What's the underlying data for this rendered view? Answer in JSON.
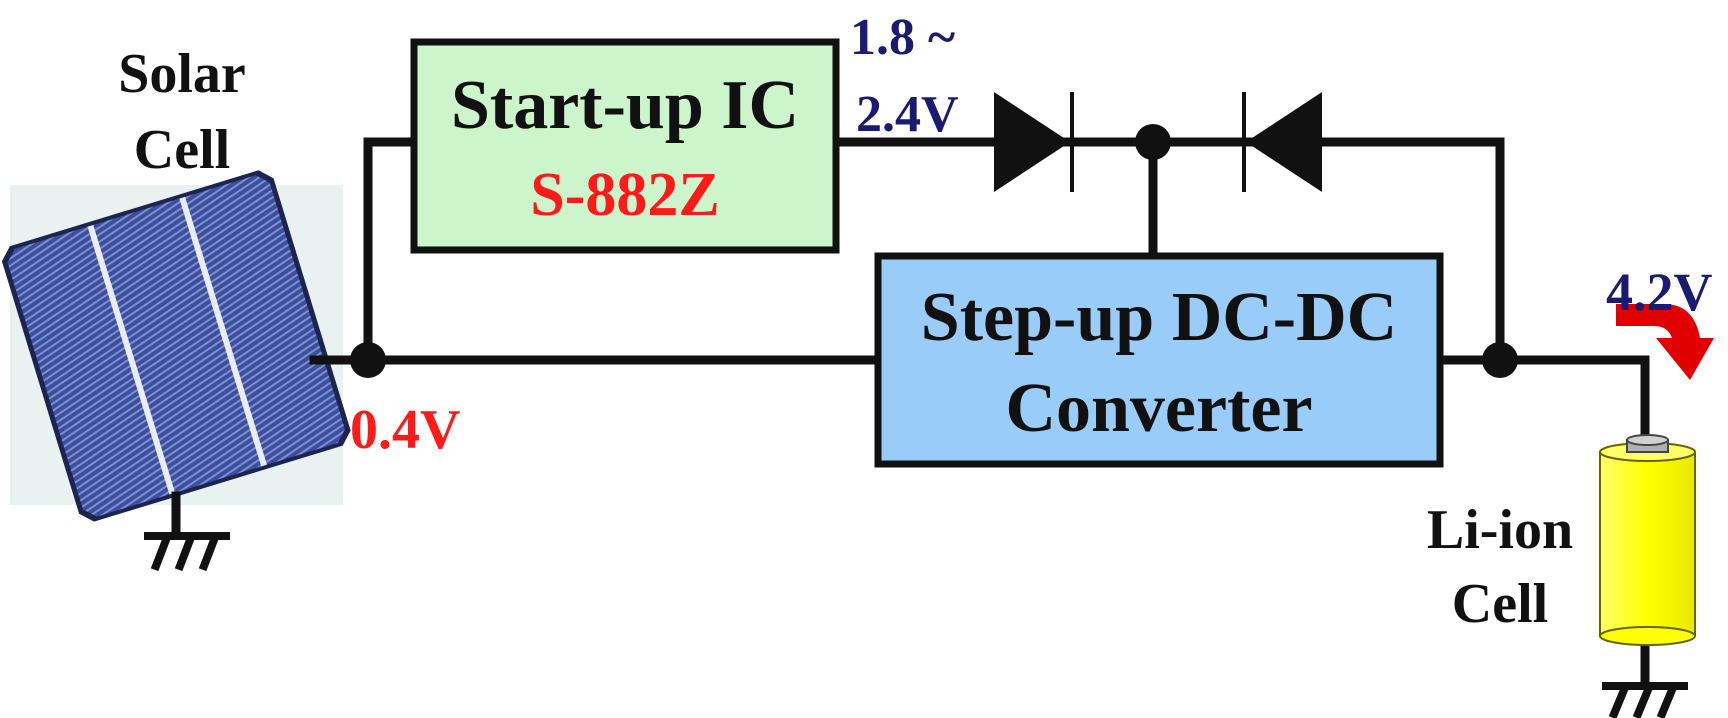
{
  "labels": {
    "solar_cell_line1": "Solar",
    "solar_cell_line2": "Cell",
    "startup_ic_title": "Start-up IC",
    "startup_ic_part": "S-882Z",
    "startup_voltage_line1": "1.8 ~",
    "startup_voltage_line2": "2.4V",
    "converter_line1": "Step-up DC-DC",
    "converter_line2": "Converter",
    "solar_voltage": "0.4V",
    "battery_voltage": "4.2V",
    "liion_line1": "Li-ion",
    "liion_line2": "Cell"
  },
  "colors": {
    "wire": "#111111",
    "startup_ic_fill": "#ccf5cc",
    "converter_fill": "#99ccf8",
    "part_number_text": "#ff1a1a",
    "solar_voltage_text": "#ff1a1a",
    "startup_voltage_text": "#1a1a70",
    "battery_voltage_text": "#1a1a70",
    "arrow": "#e00000",
    "battery_body": "#ffff00",
    "battery_terminal": "#b0b0b0",
    "solar_panel": "#3c4f9a"
  }
}
